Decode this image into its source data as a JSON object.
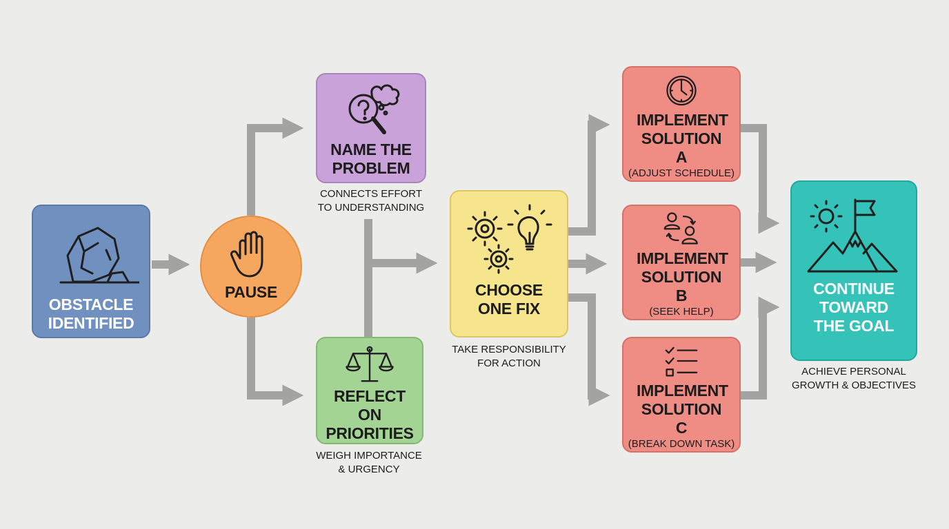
{
  "nodes": {
    "obstacle": {
      "title": "OBSTACLE IDENTIFIED",
      "icon": "rock-icon",
      "color": "#7090bf"
    },
    "pause": {
      "title": "PAUSE",
      "icon": "hand-stop-icon",
      "color": "#f5a760"
    },
    "name_problem": {
      "title": "NAME THE PROBLEM",
      "caption": "CONNECTS EFFORT TO UNDERSTANDING",
      "icon": "magnifier-question-icon",
      "color": "#c8a2d8"
    },
    "reflect": {
      "title": "REFLECT ON PRIORITIES",
      "caption": "WEIGH IMPORTANCE & URGENCY",
      "icon": "balance-scale-icon",
      "color": "#a3d494"
    },
    "choose": {
      "title": "CHOOSE ONE FIX",
      "caption": "TAKE RESPONSIBILITY FOR ACTION",
      "icon": "gears-lightbulb-icon",
      "color": "#f7e58d"
    },
    "solution_a": {
      "title": "IMPLEMENT SOLUTION A",
      "sub": "(ADJUST SCHEDULE)",
      "icon": "clock-icon",
      "color": "#ef8c84"
    },
    "solution_b": {
      "title": "IMPLEMENT SOLUTION B",
      "sub": "(SEEK HELP)",
      "icon": "people-exchange-icon",
      "color": "#ef8c84"
    },
    "solution_c": {
      "title": "IMPLEMENT SOLUTION C",
      "sub": "(BREAK DOWN TASK)",
      "icon": "checklist-icon",
      "color": "#ef8c84"
    },
    "goal": {
      "title": "CONTINUE TOWARD THE GOAL",
      "caption": "ACHIEVE PERSONAL GROWTH & OBJECTIVES",
      "icon": "mountain-flag-icon",
      "color": "#35c2b8"
    }
  },
  "connector_color": "#a3a3a1"
}
